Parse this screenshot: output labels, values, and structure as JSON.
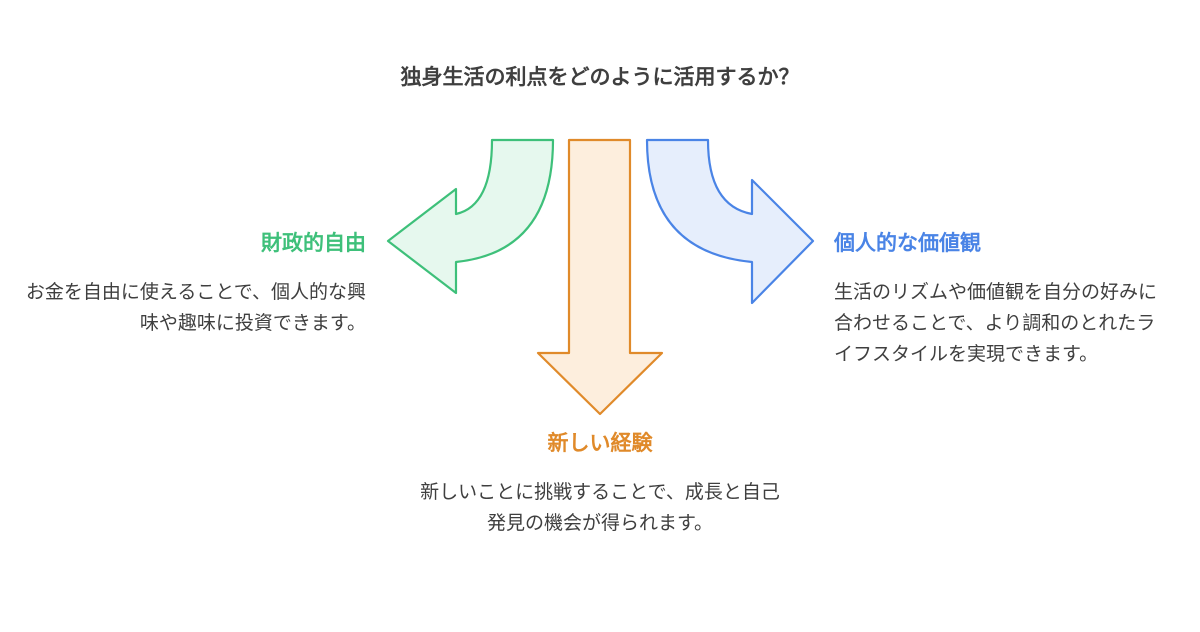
{
  "title": "独身生活の利点をどのように活用するか？",
  "branches": {
    "financial": {
      "heading": "財政的自由",
      "description": "お金を自由に使えることで、個人的な興味や趣味に投資できます。",
      "color": "#3ec07a",
      "fill": "#e6f8ee",
      "icon": "curved-arrow-left-icon"
    },
    "experience": {
      "heading": "新しい経験",
      "description": "新しいことに挑戦することで、成長と自己発見の機会が得られます。",
      "color": "#e08a2a",
      "fill": "#fdeedd",
      "icon": "arrow-down-icon"
    },
    "values": {
      "heading": "個人的な価値観",
      "description": "生活のリズムや価値観を自分の好みに合わせることで、より調和のとれたライフスタイルを実現できます。",
      "color": "#4a84e6",
      "fill": "#e6eefc",
      "icon": "curved-arrow-right-icon"
    }
  }
}
